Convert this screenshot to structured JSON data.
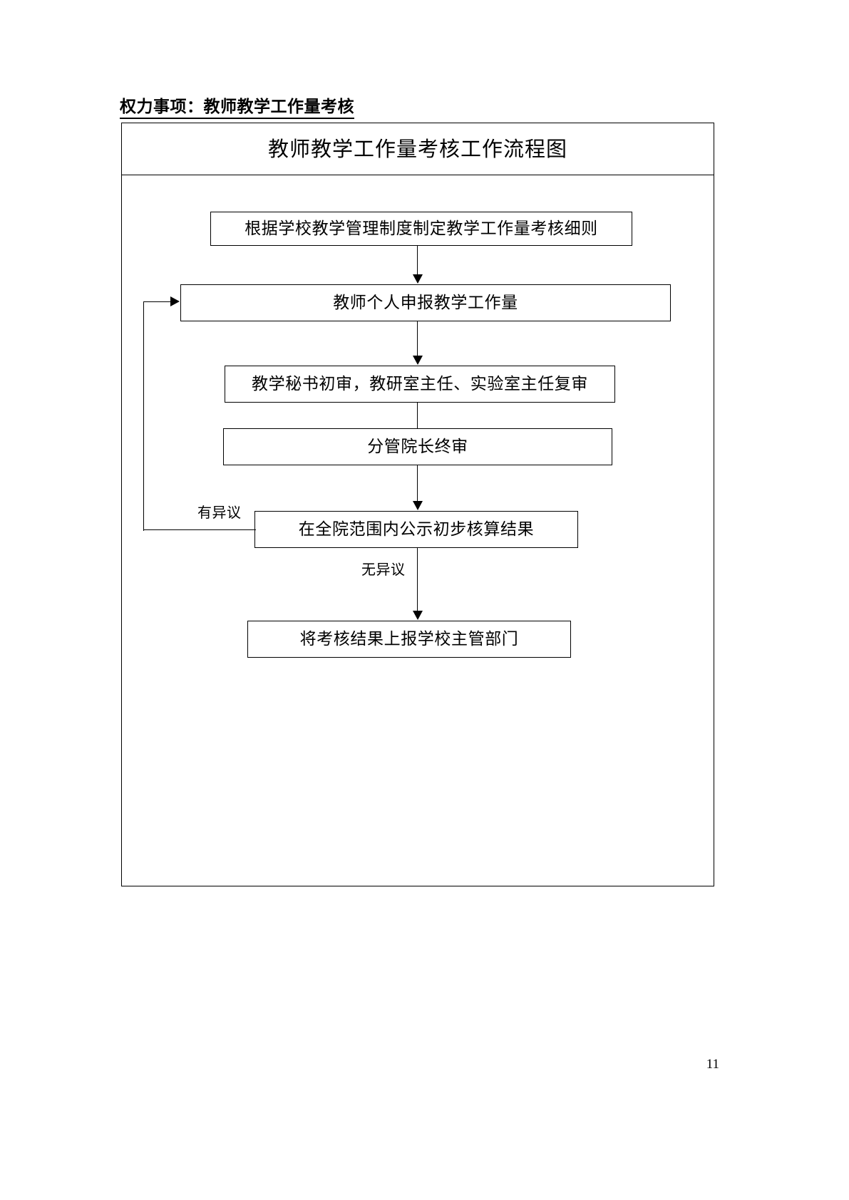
{
  "document": {
    "header_label": "权力事项：教师教学工作量考核",
    "page_number": "11"
  },
  "flowchart": {
    "title": "教师教学工作量考核工作流程图",
    "nodes": [
      {
        "id": "n1",
        "label": "根据学校教学管理制度制定教学工作量考核细则"
      },
      {
        "id": "n2",
        "label": "教师个人申报教学工作量"
      },
      {
        "id": "n3",
        "label": "教学秘书初审，教研室主任、实验室主任复审"
      },
      {
        "id": "n4",
        "label": "分管院长终审"
      },
      {
        "id": "n5",
        "label": "在全院范围内公示初步核算结果"
      },
      {
        "id": "n6",
        "label": "将考核结果上报学校主管部门"
      }
    ],
    "edge_labels": {
      "objection": "有异议",
      "no_objection": "无异议"
    },
    "colors": {
      "line": "#000000",
      "background": "#ffffff",
      "text": "#000000"
    }
  }
}
